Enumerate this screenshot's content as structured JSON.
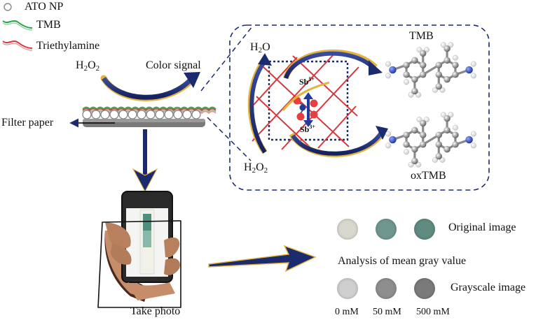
{
  "legend": {
    "items": [
      {
        "label": "ATO NP",
        "icon": "circle-outline-icon"
      },
      {
        "label": "TMB",
        "icon": "green-wave-icon"
      },
      {
        "label": "Triethylamine",
        "icon": "red-wave-icon"
      }
    ]
  },
  "left_panel": {
    "reactant": {
      "main": "H",
      "sub": "2",
      "tail": "O",
      "sub2": "2"
    },
    "signal_label": "Color signal",
    "filter_label": "Filter paper"
  },
  "mechanism": {
    "top_left": {
      "main": "H",
      "sub": "2",
      "tail": "O"
    },
    "bottom_left": {
      "main": "H",
      "sub": "2",
      "tail": "O",
      "sub2": "2"
    },
    "sb_top": {
      "main": "Sb",
      "sup": "5+"
    },
    "sb_bottom": {
      "main": "Sb",
      "sup": "3+"
    },
    "tmb_label": "TMB",
    "oxtmb_label": "oxTMB"
  },
  "analysis": {
    "photo_label": "Take photo",
    "arrow_label": "Analysis of mean gray value",
    "original_label": "Original  image",
    "grayscale_label": "Grayscale image",
    "concentrations": [
      "0 mM",
      "50 mM",
      "500 mM"
    ],
    "colors": {
      "original": [
        "#d8d8cf",
        "#6f978f",
        "#5f8b80"
      ],
      "grayscale": [
        "#cfcfcf",
        "#8e8e8e",
        "#7a7a7a"
      ]
    }
  },
  "colors": {
    "navy": "#1c2a6e",
    "gold": "#e2b23a",
    "red": "#d8373b",
    "green": "#2aa24a",
    "sb_red": "#e53f3f",
    "sb_blue": "#223a9c"
  }
}
